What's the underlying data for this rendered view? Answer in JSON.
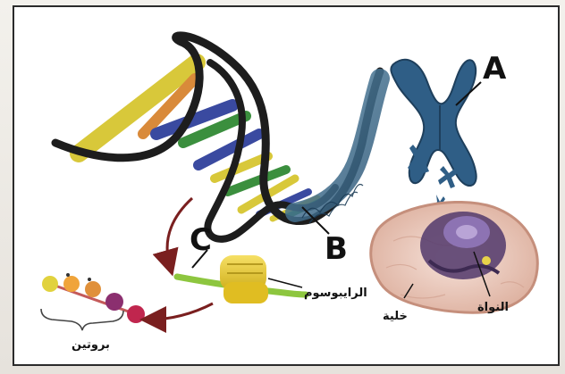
{
  "labels": {
    "a": "A",
    "b": "B",
    "c": "C",
    "ribosome": "الرايبوسوم",
    "nucleus": "النواة",
    "cell": "خلية",
    "protein": "بروتين"
  },
  "colors": {
    "dna_backbone": "#1d1d1d",
    "base_yellow": "#d8c83a",
    "base_green": "#3b8f3e",
    "base_blue": "#3a4aa0",
    "base_orange": "#d98a3a",
    "chromosome": "#2f5e86",
    "ribosome": "#e8cc2e",
    "mrna": "#8dc63f",
    "arrow": "#7a1f1f",
    "cell_membrane": "#e9b9a8",
    "nucleus": "#6a4e8c"
  }
}
